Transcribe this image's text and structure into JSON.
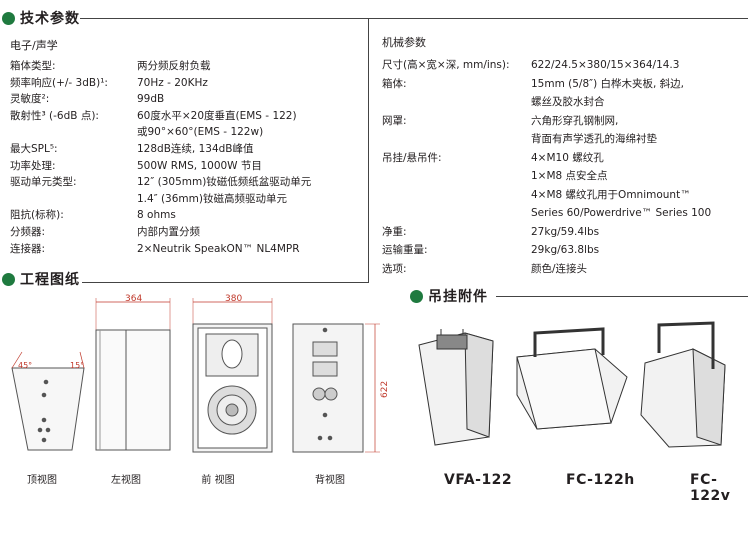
{
  "sections": {
    "tech": "技术参数",
    "drawing": "工程图纸",
    "accessories": "吊挂附件"
  },
  "electro": {
    "title": "电子/声学",
    "rows": [
      {
        "label": "箱体类型:",
        "value": [
          "两分频反射负载"
        ]
      },
      {
        "label": "频率响应(+/- 3dB)¹:",
        "value": [
          "70Hz - 20KHz"
        ]
      },
      {
        "label": "灵敏度²:",
        "value": [
          "99dB"
        ]
      },
      {
        "label": "散射性³ (-6dB 点):",
        "value": [
          "60度水平×20度垂直(EMS - 122)",
          "或90°×60°(EMS - 122w)"
        ]
      },
      {
        "label": "最大SPL⁵:",
        "value": [
          "128dB连续, 134dB峰值"
        ]
      },
      {
        "label": "功率处理:",
        "value": [
          "500W RMS, 1000W 节目"
        ]
      },
      {
        "label": "驱动单元类型:",
        "value": [
          "12″ (305mm)钕磁低频纸盆驱动单元",
          "1.4″ (36mm)钕磁高频驱动单元"
        ]
      },
      {
        "label": "阻抗(标称):",
        "value": [
          "8 ohms"
        ]
      },
      {
        "label": "分频器:",
        "value": [
          "内部内置分频"
        ]
      },
      {
        "label": "连接器:",
        "value": [
          "2×Neutrik SpeakON™ NL4MPR"
        ]
      }
    ]
  },
  "mech": {
    "title": "机械参数",
    "rows": [
      {
        "label": "尺寸(高×宽×深, mm/ins):",
        "value": [
          "622/24.5×380/15×364/14.3"
        ]
      },
      {
        "label": "箱体:",
        "value": [
          "15mm (5/8″) 白桦木夹板, 斜边,",
          "螺丝及胶水封合"
        ]
      },
      {
        "label": "网罩:",
        "value": [
          "六角形穿孔钢制网,",
          "背面有声学透孔的海绵衬垫"
        ]
      },
      {
        "label": "吊挂/悬吊件:",
        "value": [
          "4×M10 螺纹孔",
          "1×M8 点安全点",
          "4×M8 螺纹孔用于Omnimount™",
          "Series 60/Powerdrive™ Series 100"
        ]
      },
      {
        "label": "净重:",
        "value": [
          "27kg/59.4lbs"
        ]
      },
      {
        "label": "运输重量:",
        "value": [
          "29kg/63.8lbs"
        ]
      },
      {
        "label": "选项:",
        "value": [
          "颜色/连接头"
        ]
      }
    ]
  },
  "drawings": {
    "dim_depth": "364",
    "dim_width": "380",
    "dim_height": "622",
    "angle_45": "45°",
    "angle_15": "15°",
    "captions": [
      "顶视图",
      "左视图",
      "前 视图",
      "背视图"
    ]
  },
  "models": [
    "VFA-122",
    "FC-122h",
    "FC-122v"
  ],
  "colors": {
    "accent": "#1f7a3f",
    "rule": "#444444",
    "dim": "#c0392b"
  }
}
